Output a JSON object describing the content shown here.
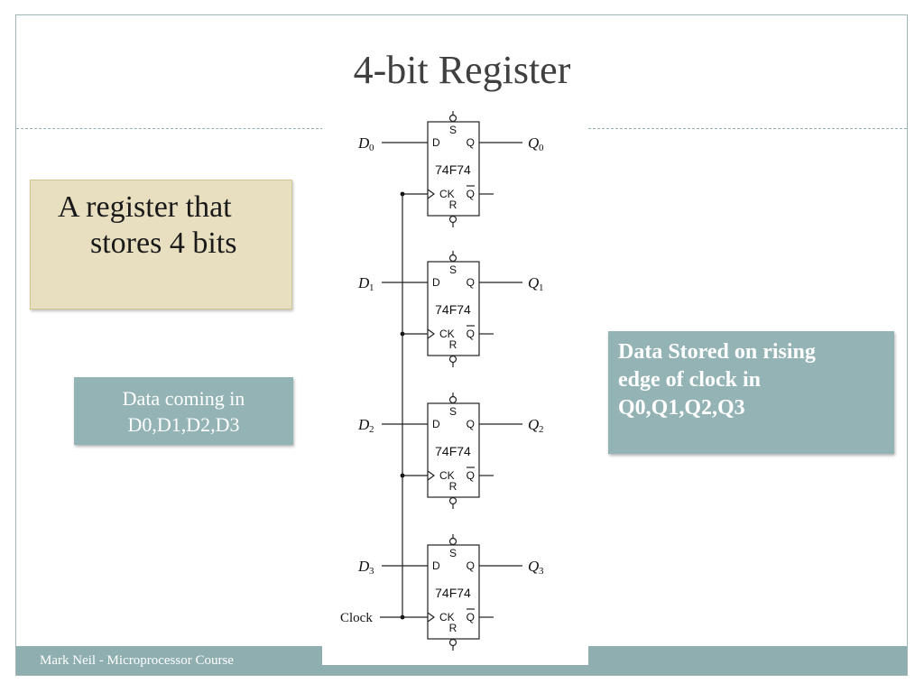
{
  "slide": {
    "title": "4-bit Register",
    "footer": "Mark Neil - Microprocessor Course"
  },
  "callouts": {
    "register": {
      "line1": "A register that",
      "line2": "stores 4 bits"
    },
    "input": {
      "line1": "Data coming in",
      "line2": "D0,D1,D2,D3"
    },
    "output": {
      "line1": "Data Stored on rising",
      "line2": "edge of clock in",
      "line3": "Q0,Q1,Q2,Q3"
    }
  },
  "diagram": {
    "chip_label": "74F74",
    "pins": {
      "set": "S",
      "reset": "R",
      "d": "D",
      "q": "Q",
      "q_bar": "Q",
      "clock": "CK"
    },
    "input_letter": "D",
    "output_letter": "Q",
    "indices": [
      "0",
      "1",
      "2",
      "3"
    ],
    "clock_label": "Clock"
  },
  "colors": {
    "accent_teal": "#94b3b5",
    "note_yellow": "#e8dfc0",
    "title_gray": "#404040"
  }
}
